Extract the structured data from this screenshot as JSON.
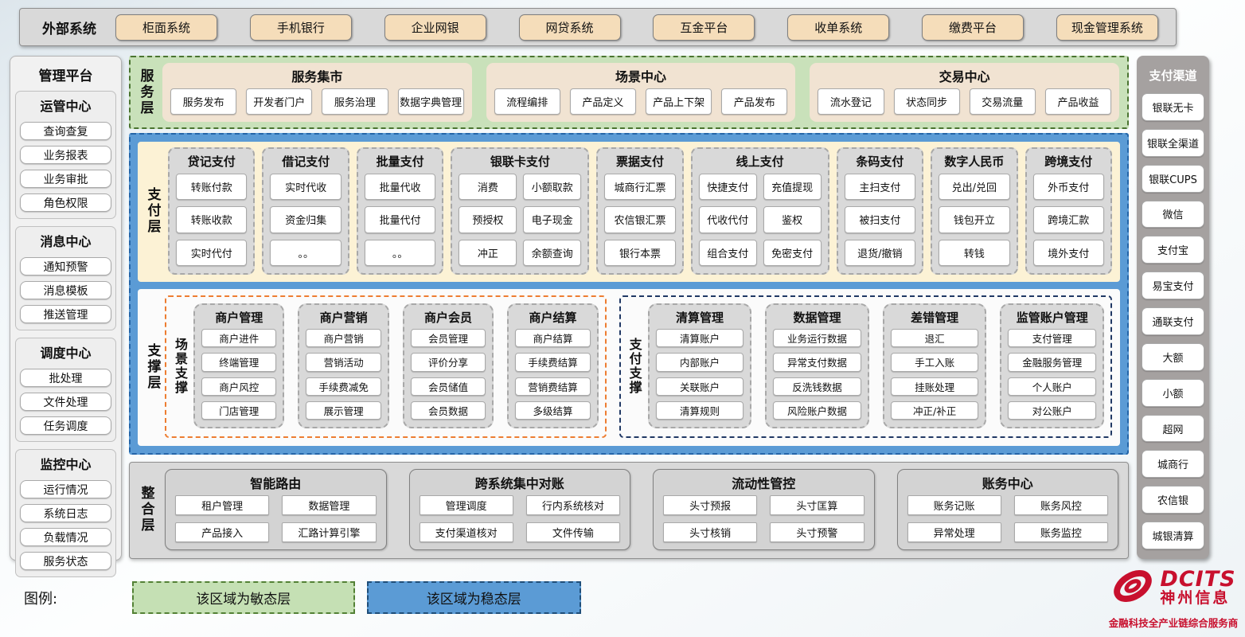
{
  "external_systems": {
    "label": "外部系统",
    "items": [
      "柜面系统",
      "手机银行",
      "企业网银",
      "网贷系统",
      "互金平台",
      "收单系统",
      "缴费平台",
      "现金管理系统"
    ]
  },
  "management_platform": {
    "title": "管理平台",
    "sections": [
      {
        "title": "运管中心",
        "items": [
          "查询查复",
          "业务报表",
          "业务审批",
          "角色权限"
        ]
      },
      {
        "title": "消息中心",
        "items": [
          "通知预警",
          "消息模板",
          "推送管理"
        ]
      },
      {
        "title": "调度中心",
        "items": [
          "批处理",
          "文件处理",
          "任务调度"
        ]
      },
      {
        "title": "监控中心",
        "items": [
          "运行情况",
          "系统日志",
          "负载情况",
          "服务状态"
        ]
      }
    ]
  },
  "service_layer": {
    "label": "服务层",
    "groups": [
      {
        "title": "服务集市",
        "items": [
          "服务发布",
          "开发者门户",
          "服务治理",
          "数据字典管理"
        ]
      },
      {
        "title": "场景中心",
        "items": [
          "流程编排",
          "产品定义",
          "产品上下架",
          "产品发布"
        ]
      },
      {
        "title": "交易中心",
        "items": [
          "流水登记",
          "状态同步",
          "交易流量",
          "产品收益"
        ]
      }
    ]
  },
  "payment_layer": {
    "label": "支付层",
    "groups": [
      {
        "title": "贷记支付",
        "cols": 1,
        "items": [
          "转账付款",
          "转账收款",
          "实时代付"
        ]
      },
      {
        "title": "借记支付",
        "cols": 1,
        "items": [
          "实时代收",
          "资金归集",
          "。。"
        ]
      },
      {
        "title": "批量支付",
        "cols": 1,
        "items": [
          "批量代收",
          "批量代付",
          "。。"
        ]
      },
      {
        "title": "银联卡支付",
        "cols": 2,
        "items": [
          "消费",
          "小额取款",
          "预授权",
          "电子现金",
          "冲正",
          "余额查询"
        ]
      },
      {
        "title": "票据支付",
        "cols": 1,
        "items": [
          "城商行汇票",
          "农信银汇票",
          "银行本票"
        ]
      },
      {
        "title": "线上支付",
        "cols": 2,
        "items": [
          "快捷支付",
          "充值提现",
          "代收代付",
          "鉴权",
          "组合支付",
          "免密支付"
        ]
      },
      {
        "title": "条码支付",
        "cols": 1,
        "items": [
          "主扫支付",
          "被扫支付",
          "退货/撤销"
        ]
      },
      {
        "title": "数字人民币",
        "cols": 1,
        "items": [
          "兑出/兑回",
          "钱包开立",
          "转钱"
        ]
      },
      {
        "title": "跨境支付",
        "cols": 1,
        "items": [
          "外币支付",
          "跨境汇款",
          "境外支付"
        ]
      }
    ]
  },
  "support_layer": {
    "label": "支撑层",
    "sections": [
      {
        "label": "场景支撑",
        "accent": "#ED7D31",
        "groups": [
          {
            "title": "商户管理",
            "items": [
              "商户进件",
              "终端管理",
              "商户风控",
              "门店管理"
            ]
          },
          {
            "title": "商户营销",
            "items": [
              "商户营销",
              "营销活动",
              "手续费减免",
              "展示管理"
            ]
          },
          {
            "title": "商户会员",
            "items": [
              "会员管理",
              "评价分享",
              "会员储值",
              "会员数据"
            ]
          },
          {
            "title": "商户结算",
            "items": [
              "商户结算",
              "手续费结算",
              "营销费结算",
              "多级结算"
            ]
          }
        ]
      },
      {
        "label": "支付支撑",
        "accent": "#203864",
        "groups": [
          {
            "title": "清算管理",
            "items": [
              "清算账户",
              "内部账户",
              "关联账户",
              "清算规则"
            ]
          },
          {
            "title": "数据管理",
            "items": [
              "业务运行数据",
              "异常支付数据",
              "反洗钱数据",
              "风险账户数据"
            ]
          },
          {
            "title": "差错管理",
            "items": [
              "退汇",
              "手工入账",
              "挂账处理",
              "冲正/补正"
            ]
          },
          {
            "title": "监管账户管理",
            "items": [
              "支付管理",
              "金融服务管理",
              "个人账户",
              "对公账户"
            ]
          }
        ]
      }
    ]
  },
  "integration_layer": {
    "label": "整合层",
    "groups": [
      {
        "title": "智能路由",
        "items": [
          "租户管理",
          "数据管理",
          "产品接入",
          "汇路计算引擎"
        ]
      },
      {
        "title": "跨系统集中对账",
        "items": [
          "管理调度",
          "行内系统核对",
          "支付渠道核对",
          "文件传输"
        ]
      },
      {
        "title": "流动性管控",
        "items": [
          "头寸预报",
          "头寸匡算",
          "头寸核销",
          "头寸预警"
        ]
      },
      {
        "title": "账务中心",
        "items": [
          "账务记账",
          "账务风控",
          "异常处理",
          "账务监控"
        ]
      }
    ]
  },
  "payment_channels": {
    "title": "支付渠道",
    "items": [
      "银联无卡",
      "银联全渠道",
      "银联CUPS",
      "微信",
      "支付宝",
      "易宝支付",
      "通联支付",
      "大额",
      "小额",
      "超网",
      "城商行",
      "农信银",
      "城银清算"
    ]
  },
  "legend": {
    "label": "图例:",
    "agile": "该区域为敏态层",
    "stable": "该区域为稳态层"
  },
  "logo": {
    "brand": "DCITS",
    "company": "神州信息",
    "tagline": "金融科技全产业链综合服务商"
  },
  "colors": {
    "agile_green": "#C5E0B4",
    "agile_border": "#538135",
    "stable_blue": "#5B9BD5",
    "stable_border": "#1F4E79",
    "scene_support_accent": "#ED7D31",
    "payment_support_accent": "#203864",
    "brand_red": "#C8102E"
  }
}
